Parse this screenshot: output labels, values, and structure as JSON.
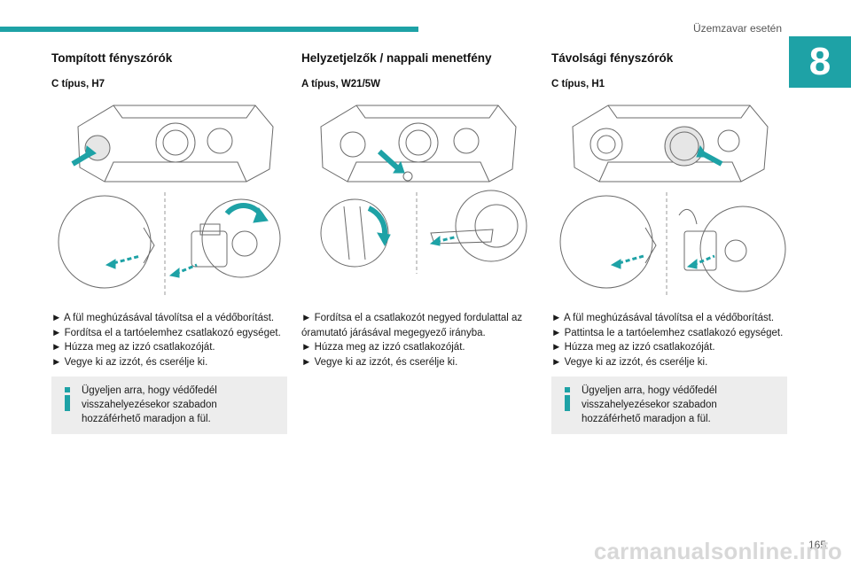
{
  "header": {
    "section_title": "Üzemzavar esetén",
    "chapter_number": "8"
  },
  "columns": [
    {
      "title": "Tompított fényszórók",
      "subtitle": "C típus, H7",
      "steps": [
        "► A fül meghúzásával távolítsa el a védőborítást.",
        "►  Fordítsa el a tartóelemhez csatlakozó egységet.",
        "► Húzza meg az izzó csatlakozóját.",
        "► Vegye ki az izzót, és cserélje ki."
      ],
      "note": "Ügyeljen arra, hogy védőfedél visszahelyezésekor szabadon hozzáférhető maradjon a fül."
    },
    {
      "title": "Helyzetjelzők / nappali menetfény",
      "subtitle": "A típus, W21/5W",
      "steps": [
        "► Fordítsa el a csatlakozót negyed fordulattal az óramutató járásával megegyező irányba.",
        "► Húzza meg az izzó csatlakozóját.",
        "► Vegye ki az izzót, és cserélje ki."
      ]
    },
    {
      "title": "Távolsági fényszórók",
      "subtitle": "C típus, H1",
      "steps": [
        "► A fül meghúzásával távolítsa el a védőborítást.",
        "► Pattintsa le a tartóelemhez csatlakozó egységet.",
        "► Húzza meg az izzó csatlakozóját.",
        "► Vegye ki az izzót, és cserélje ki."
      ],
      "note": "Ügyeljen arra, hogy védőfedél visszahelyezésekor szabadon hozzáférhető maradjon a fül."
    }
  ],
  "footer": {
    "page_number": "165",
    "watermark": "carmanualsonline.info"
  },
  "colors": {
    "accent": "#1ea2a6",
    "note_bg": "#ededed",
    "line_art": "#6b6b6b"
  }
}
